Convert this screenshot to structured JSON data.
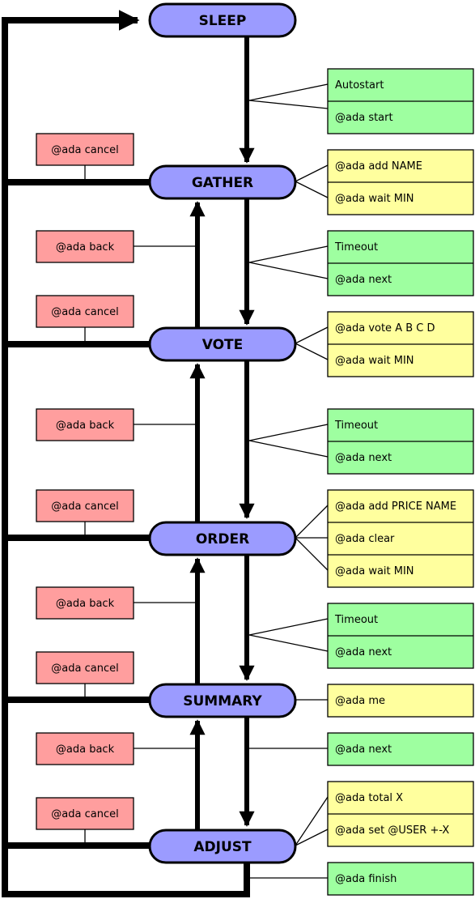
{
  "colors": {
    "state_fill": "#9b9bff",
    "green": "#9effa0",
    "yellow": "#ffff9e",
    "red": "#ff9e9e",
    "line": "#000000"
  },
  "states": {
    "sleep": "SLEEP",
    "gather": "GATHER",
    "vote": "VOTE",
    "order": "ORDER",
    "summary": "SUMMARY",
    "adjust": "ADJUST"
  },
  "cancel_label": "@ada cancel",
  "back_label": "@ada back",
  "sleep_to_gather": [
    "Autostart",
    "@ada start"
  ],
  "gather_commands": [
    "@ada add NAME",
    "@ada wait MIN"
  ],
  "gather_to_vote": [
    "Timeout",
    "@ada next"
  ],
  "vote_commands": [
    "@ada vote A B C D",
    "@ada wait MIN"
  ],
  "vote_to_order": [
    "Timeout",
    "@ada next"
  ],
  "order_commands": [
    "@ada add PRICE NAME",
    "@ada clear",
    "@ada wait MIN"
  ],
  "order_to_summary": [
    "Timeout",
    "@ada next"
  ],
  "summary_commands": [
    "@ada me"
  ],
  "summary_to_adjust": [
    "@ada next"
  ],
  "adjust_commands": [
    "@ada total X",
    "@ada set @USER +-X"
  ],
  "adjust_to_sleep": [
    "@ada finish"
  ]
}
